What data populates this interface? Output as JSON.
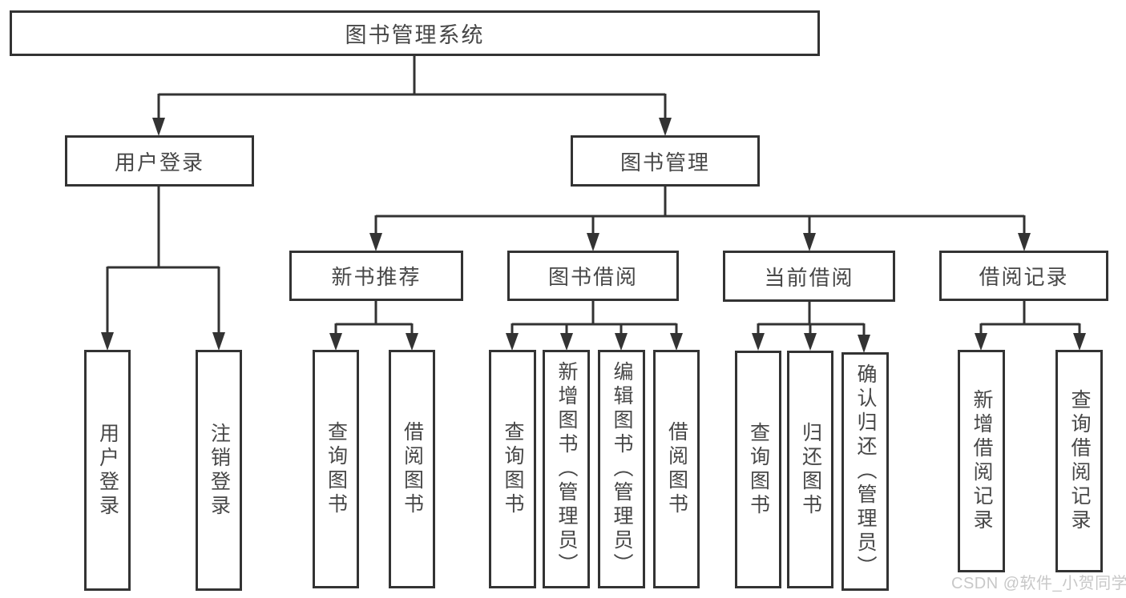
{
  "diagram": {
    "root": {
      "label": "图书管理系统"
    },
    "level2": [
      {
        "label": "用户登录"
      },
      {
        "label": "图书管理"
      }
    ],
    "level3": [
      {
        "label": "新书推荐"
      },
      {
        "label": "图书借阅"
      },
      {
        "label": "当前借阅"
      },
      {
        "label": "借阅记录"
      }
    ],
    "leaves_user_login": [
      {
        "label": "用户登录"
      },
      {
        "label": "注销登录"
      }
    ],
    "leaves_new_book": [
      {
        "label": "查询图书"
      },
      {
        "label": "借阅图书"
      }
    ],
    "leaves_book_borrow": [
      {
        "label": "查询图书"
      },
      {
        "label": "新增图书（管理员）"
      },
      {
        "label": "编辑图书（管理员）"
      },
      {
        "label": "借阅图书"
      }
    ],
    "leaves_current_borrow": [
      {
        "label": "查询图书"
      },
      {
        "label": "归还图书"
      },
      {
        "label": "确认归还（管理员）"
      }
    ],
    "leaves_borrow_records": [
      {
        "label": "新增借阅记录"
      },
      {
        "label": "查询借阅记录"
      }
    ],
    "colors": {
      "line": "#333333",
      "box_border": "#333333",
      "text": "#474747",
      "watermark": "#c8c8c8",
      "background": "#ffffff"
    }
  },
  "watermark": {
    "text": "CSDN @软件_小贺同学"
  }
}
